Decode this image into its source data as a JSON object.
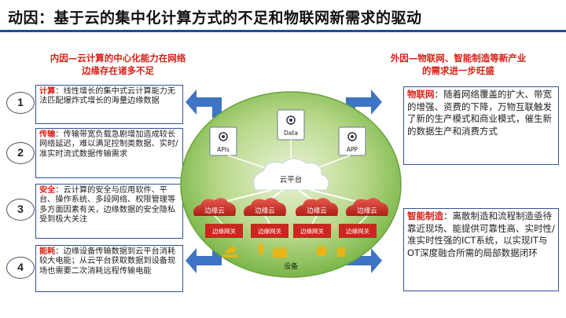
{
  "title": "动因：基于云的集中化计算方式的不足和物联网新需求的驱动",
  "left_heading": [
    "内因—云计算的中心化能力在网络",
    "边缘存在诸多不足"
  ],
  "right_heading": [
    "外因—物联网、智能制造等新产业",
    "的需求进一步旺盛"
  ],
  "numbers": [
    "1",
    "2",
    "3",
    "4"
  ],
  "left_items": [
    {
      "term": "计算",
      "text": "：线性增长的集中式云计算能力无法匹配爆炸式增长的海量边缘数据"
    },
    {
      "term": "传输",
      "text": "：传输带宽负载急剧增加造成较长网络延迟，难以满足控制类数据、实时/准实时流式数据传输需求"
    },
    {
      "term": "安全",
      "text": "：云计算的安全与应用软件、平台、操作系统、多段网络、权限管理等多方面因素有关，边缘数据的安全隐私受到极大关注"
    },
    {
      "term": "能耗",
      "text": "：边缘设备传输数据到云平台消耗较大电能；从云平台获取数据到设备现场也需要二次消耗远程传输电能"
    }
  ],
  "right_items": [
    {
      "term": "物联网",
      "text": "：随着网络覆盖的扩大、带宽的增强、资费的下降，万物互联触发了新的生产模式和商业模式，催生新的数据生产和消费方式"
    },
    {
      "term": "智能制造",
      "text": "：离散制造和流程制造亟待靠近现场、能提供可靠性高、实时性/准实时性强的ICT系统，以实现IT与OT深度融合所需的局部数据闭环"
    }
  ],
  "diagram": {
    "apis_label": "APIs",
    "data_label": "Data",
    "app_label": "APP",
    "cloud_label": "云平台",
    "edge_cloud_labels": [
      "边缘云",
      "边缘云",
      "边缘云",
      "边缘云"
    ],
    "gateway_labels": [
      "边缘网关",
      "边缘网关",
      "边缘网关",
      "边缘网关"
    ],
    "device_label": "设备"
  },
  "colors": {
    "accent_red": "#d62118",
    "frame_blue": "#2f5596",
    "arrow_blue": "#3d74c4",
    "ellipse_green": "#7ab648"
  }
}
